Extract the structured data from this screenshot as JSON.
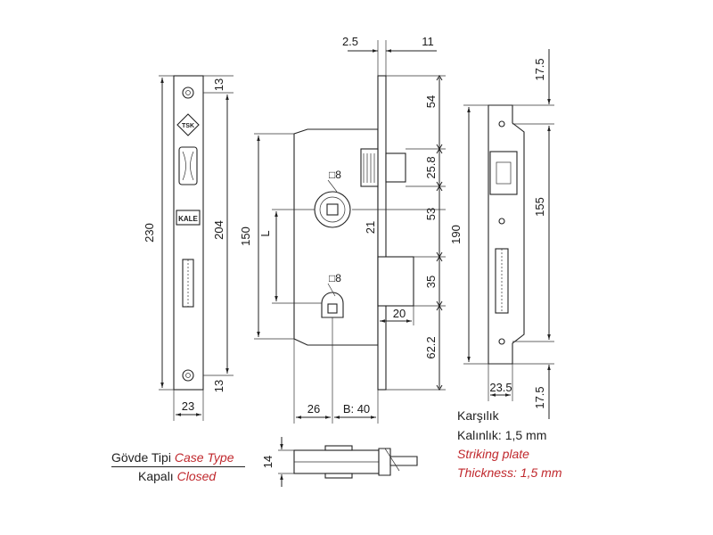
{
  "faceplate": {
    "height": "230",
    "hole_pitch": "204",
    "top_offset": "13",
    "bottom_offset": "13",
    "width": "23"
  },
  "body": {
    "cover_offset": "2.5",
    "faceplate_thickness": "11",
    "height": "150",
    "latch_from_top": "54",
    "latch_height": "25.8",
    "handle_to_key": "53",
    "bolt_height": "35",
    "bolt_throw": "20",
    "bottom_to_key": "62.2",
    "spindle_label": "L",
    "center_distance": "21",
    "handle_square": "□8",
    "key_square": "□8",
    "body_depth": "26",
    "backset": "B: 40"
  },
  "striking_plate": {
    "height": "190",
    "inner": "155",
    "top": "17.5",
    "bottom": "17.5",
    "width": "23.5"
  },
  "section": {
    "thickness": "14"
  },
  "labels": {
    "body_type_tr": "Gövde Tipi",
    "body_type_en": "Case Type",
    "closed_tr": "Kapalı",
    "closed_en": "Closed",
    "counterpart_tr": "Karşılık",
    "thickness_tr": "Kalınlık: 1,5 mm",
    "striking_en": "Striking plate",
    "thickness_en": "Thickness: 1,5 mm"
  },
  "logos": {
    "tsk": "TSK",
    "kale": "KALE"
  }
}
